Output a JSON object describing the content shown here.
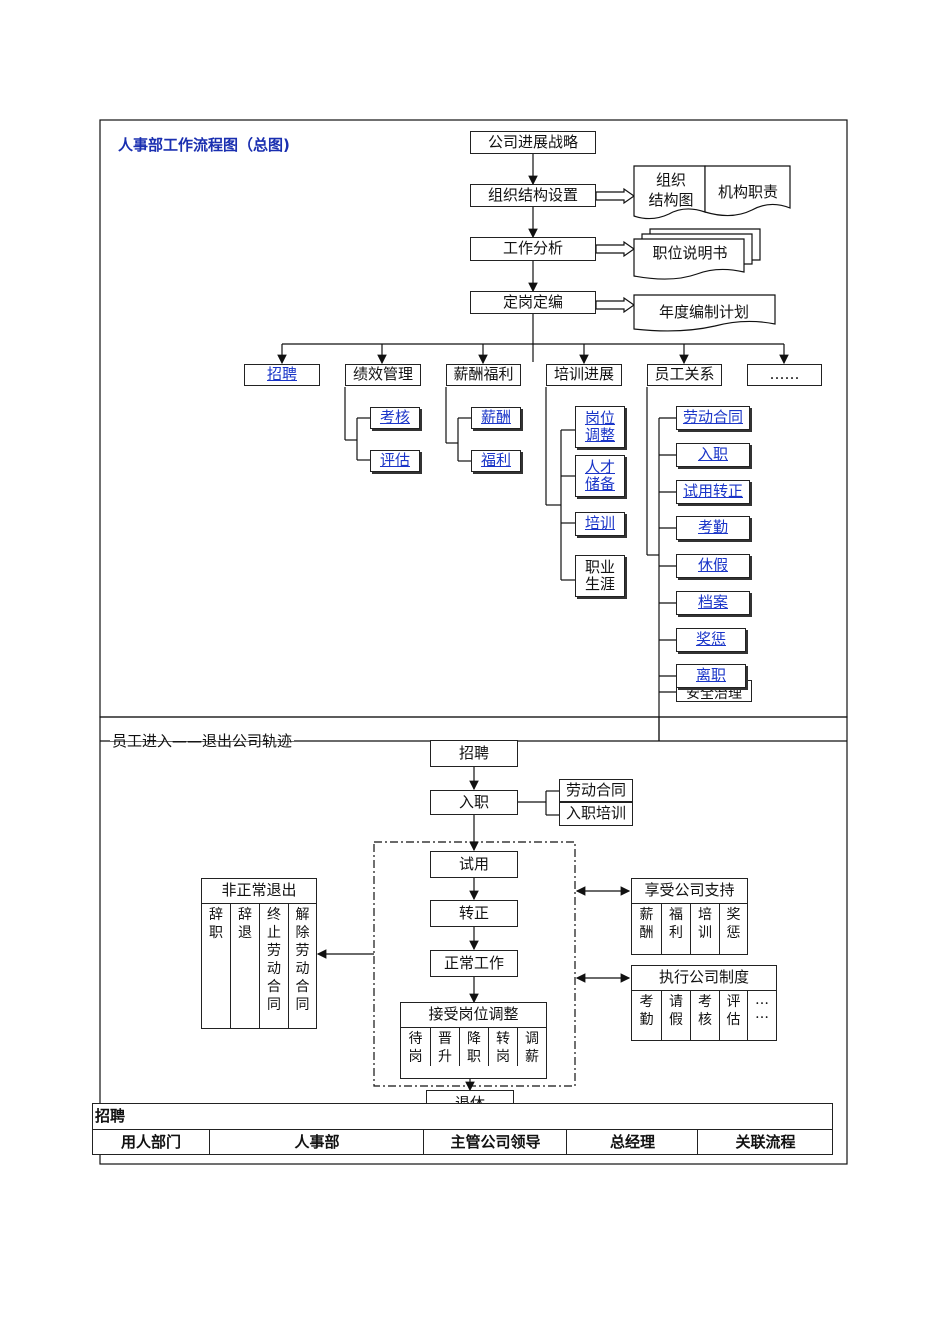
{
  "top": {
    "title": "人事部工作流程图（总图)",
    "chain": [
      "公司进展战略",
      "组织结构设置",
      "工作分析",
      "定岗定编"
    ],
    "docs": {
      "org_chart": "组织\n结构图",
      "org_duty": "机构职责",
      "job_desc": "职位说明书",
      "annual_plan": "年度编制计划"
    },
    "branches": {
      "recruit": "招聘",
      "performance": "绩效管理",
      "salary": "薪酬福利",
      "training": "培训进展",
      "relations": "员工关系",
      "more": "……"
    },
    "performance_items": [
      "考核",
      "评估"
    ],
    "salary_items": [
      "薪酬",
      "福利"
    ],
    "training_items": [
      "岗位\n调整",
      "人才\n储备",
      "培训",
      "职业\n生涯"
    ],
    "relations_items": [
      "劳动合同",
      "入职",
      "试用转正",
      "考勤",
      "休假",
      "档案",
      "奖惩",
      "离职"
    ],
    "relations_hidden": "安全治理"
  },
  "bottom": {
    "heading": "员工进入——退出公司轨迹",
    "chain": [
      "招聘",
      "入职",
      "试用",
      "转正",
      "正常工作",
      "接受岗位调整",
      "退休"
    ],
    "entry_docs": [
      "劳动合同",
      "入职培训"
    ],
    "adjust_items": [
      "待\n岗",
      "晋\n升",
      "降\n职",
      "转\n岗",
      "调\n薪"
    ],
    "abnormal_exit": {
      "title": "非正常退出",
      "items": [
        "辞\n职",
        "辞\n退",
        "终\n止\n劳\n动\n合\n同",
        "解\n除\n劳\n动\n合\n同"
      ]
    },
    "support": {
      "title": "享受公司支持",
      "items": [
        "薪\n酬",
        "福\n利",
        "培\n训",
        "奖\n惩"
      ]
    },
    "rules": {
      "title": "执行公司制度",
      "items": [
        "考\n勤",
        "请\n假",
        "考\n核",
        "评\n估",
        "…\n…"
      ]
    }
  },
  "table": {
    "title": "招聘",
    "headers": [
      "用人部门",
      "人事部",
      "主管公司领导",
      "总经理",
      "关联流程"
    ]
  }
}
